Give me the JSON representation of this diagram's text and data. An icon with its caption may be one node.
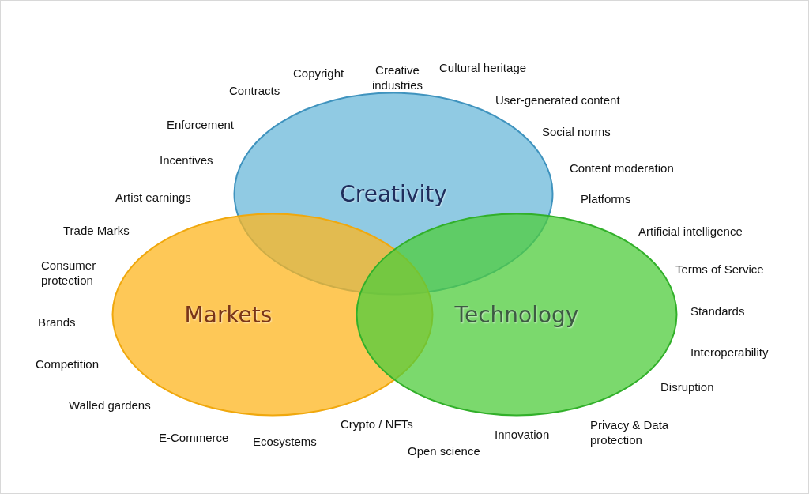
{
  "diagram": {
    "nodes": [
      {
        "text": [
          "Creativity"
        ]
      },
      {
        "text": [
          "Markets"
        ]
      },
      {
        "text": [
          "Technology"
        ]
      }
    ],
    "edges": [],
    "labels": [
      "Creative industries",
      "Cultural heritage",
      "Copyright",
      "Contracts",
      "User-generated content",
      "Enforcement",
      "Social norms",
      "Incentives",
      "Content moderation",
      "Artist earnings",
      "Platforms",
      "Trade Marks",
      "Artificial intelligence",
      "Consumer protection",
      "Terms of Service",
      "Standards",
      "Brands",
      "Interoperability",
      "Competition",
      "Disruption",
      "Walled gardens",
      "Crypto / NFTs",
      "Privacy & Data protection",
      "Innovation",
      "E-Commerce",
      "Ecosystems",
      "Open science"
    ]
  }
}
